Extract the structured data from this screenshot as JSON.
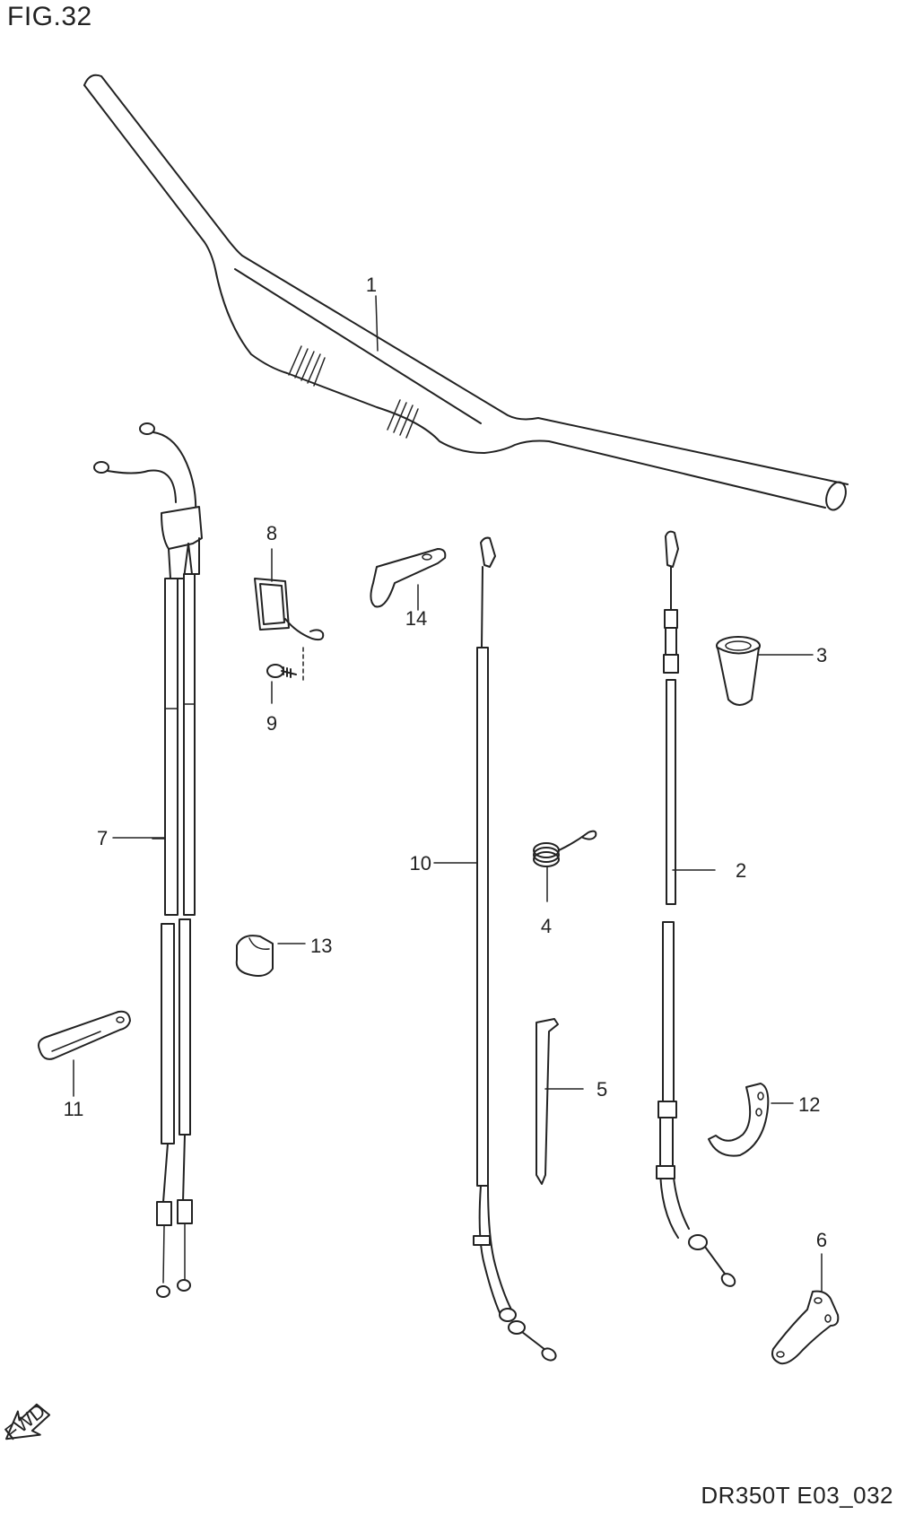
{
  "figure": {
    "title": "FIG.32",
    "drawing_code": "DR350T E03_032",
    "direction_marker": "FWD"
  },
  "callouts": [
    {
      "id": "1",
      "part": "handlebar"
    },
    {
      "id": "2",
      "part": "clutch-cable"
    },
    {
      "id": "3",
      "part": "grommet"
    },
    {
      "id": "4",
      "part": "spring"
    },
    {
      "id": "5",
      "part": "cable-tie"
    },
    {
      "id": "6",
      "part": "bracket"
    },
    {
      "id": "7",
      "part": "throttle-cable-set"
    },
    {
      "id": "8",
      "part": "wire-clamp"
    },
    {
      "id": "9",
      "part": "screw"
    },
    {
      "id": "10",
      "part": "front-brake-cable"
    },
    {
      "id": "11",
      "part": "cable-guide"
    },
    {
      "id": "12",
      "part": "cable-clamp"
    },
    {
      "id": "13",
      "part": "cable-holder"
    },
    {
      "id": "14",
      "part": "cable-guide-bracket"
    }
  ]
}
